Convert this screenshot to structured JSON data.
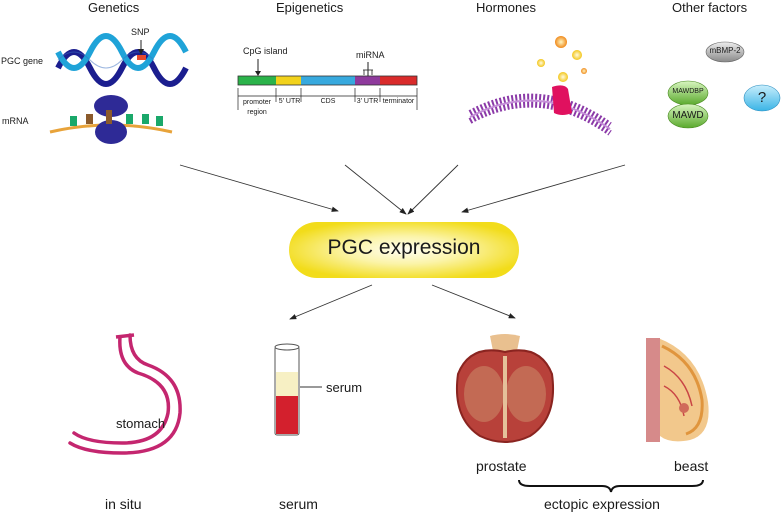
{
  "headers": {
    "genetics": "Genetics",
    "epigenetics": "Epigenetics",
    "hormones": "Hormones",
    "other": "Other factors"
  },
  "genetics": {
    "snp": "SNP",
    "pgc_gene": "PGC gene",
    "mrna": "mRNA"
  },
  "epigenetics": {
    "cpg_island": "CpG island",
    "mirna": "miRNA",
    "segments": [
      "promoter region",
      "5' UTR",
      "CDS",
      "3' UTR",
      "terminator"
    ],
    "segment_colors": [
      "#2bb34a",
      "#f2d21b",
      "#37a9de",
      "#8e3a9c",
      "#d92b2b"
    ]
  },
  "other_factors": {
    "mbmp2": "mBMP-2",
    "mawdbp": "MAWDBP",
    "mawd": "MAWD",
    "unknown": "?"
  },
  "center": {
    "label": "PGC expression"
  },
  "outputs": {
    "stomach": "stomach",
    "serum_marker": "serum",
    "prostate": "prostate",
    "beast": "beast",
    "in_situ": "in situ",
    "serum": "serum",
    "ectopic": "ectopic expression"
  },
  "colors": {
    "stomach": "#c4266f",
    "blood": "#d3202d",
    "membrane": "#8b3aa8",
    "receptor": "#e0115f",
    "pgc_glow": "#f4e21a",
    "mawd_green": "#8cd05a",
    "question_blue": "#5fc3ea"
  }
}
